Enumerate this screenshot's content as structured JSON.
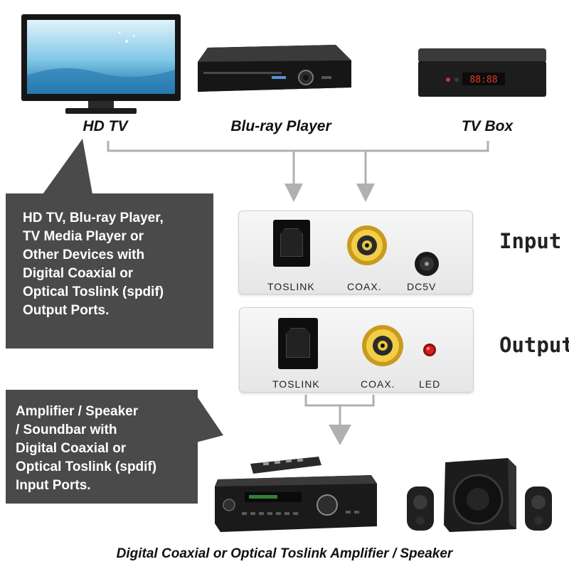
{
  "devices": {
    "tv_label": "HD TV",
    "bluray_label": "Blu-ray Player",
    "tvbox_label": "TV Box",
    "tvbox_display": "88:88"
  },
  "source_callout": {
    "lines": [
      "HD TV, Blu-ray Player,",
      "TV Media Player or",
      "Other Devices with",
      "Digital Coaxial or",
      "Optical Toslink (spdif)",
      "Output Ports."
    ]
  },
  "input_panel": {
    "side_label": "Input",
    "ports": [
      "TOSLINK",
      "COAX.",
      "DC5V"
    ]
  },
  "output_panel": {
    "side_label": "Output",
    "ports": [
      "TOSLINK",
      "COAX.",
      "LED"
    ]
  },
  "sink_callout": {
    "lines": [
      "Amplifier / Speaker",
      "/ Soundbar with",
      "Digital Coaxial or",
      "Optical Toslink (spdif)",
      "Input Ports."
    ]
  },
  "footer_caption": "Digital Coaxial or Optical Toslink Amplifier / Speaker",
  "colors": {
    "bubble": "#4a4a4a",
    "arrow": "#b0b0b0",
    "rca_gold": "#e0b62a",
    "led_red": "#d81e1e"
  }
}
